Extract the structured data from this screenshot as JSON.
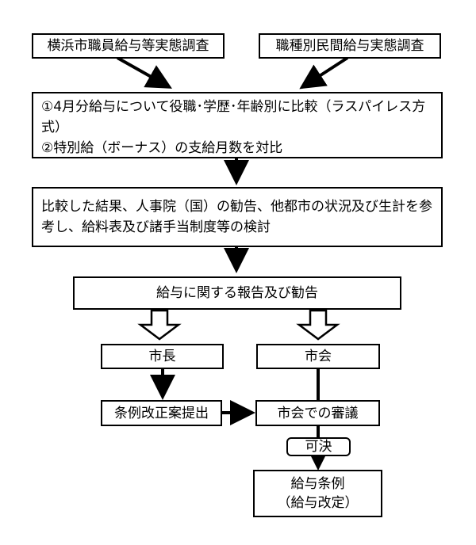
{
  "sources": {
    "left": "横浜市職員給与等実態調査",
    "right": "職種別民間給与実態調査"
  },
  "comparison": {
    "line1": "①4月分給与について役職･学歴･年齢別に比較（ラスパイレス方式）",
    "line2": "②特別給（ボーナス）の支給月数を対比"
  },
  "consideration": "比較した結果、人事院（国）の勧告、他都市の状況及び生計を参考し、給料表及び諸手当制度等の検討",
  "report": "給与に関する報告及び勧告",
  "mayor": "市長",
  "council": "市会",
  "proposal": "条例改正案提出",
  "deliberation": "市会での審議",
  "approved": "可決",
  "ordinance": {
    "line1": "給与条例",
    "line2": "（給与改定）"
  }
}
